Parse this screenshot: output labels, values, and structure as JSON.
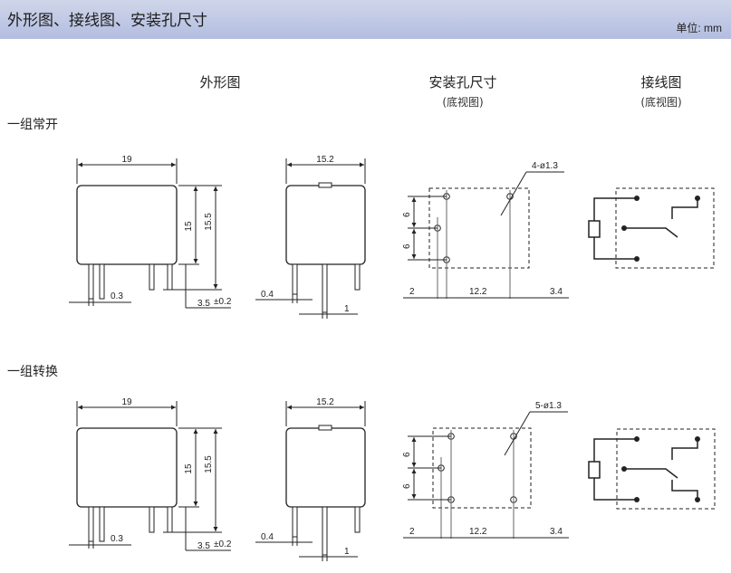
{
  "header": {
    "title": "外形图、接线图、安装孔尺寸",
    "unit": "单位: mm"
  },
  "columns": {
    "outline": "外形图",
    "mounting": "安装孔尺寸",
    "mounting_sub": "(底视图)",
    "wiring": "接线图",
    "wiring_sub": "(底视图)"
  },
  "sections": [
    {
      "label": "一组常开",
      "dims": {
        "width": "19",
        "depth": "15.2",
        "h1": "15",
        "h2": "15.5",
        "pin_t": "0.3",
        "pin_len": "3.5",
        "pin_tol": "±0.2",
        "pin_w": "0.4",
        "pitch": "1",
        "holes": "4-ø1.3",
        "v1": "6",
        "v2": "6",
        "h_left": "2",
        "h_mid": "12.2",
        "h_right": "3.4"
      }
    },
    {
      "label": "一组转换",
      "dims": {
        "width": "19",
        "depth": "15.2",
        "h1": "15",
        "h2": "15.5",
        "pin_t": "0.3",
        "pin_len": "3.5",
        "pin_tol": "±0.2",
        "pin_w": "0.4",
        "pitch": "1",
        "holes": "5-ø1.3",
        "v1": "6",
        "v2": "6",
        "h_left": "2",
        "h_mid": "12.2",
        "h_right": "3.4"
      }
    }
  ]
}
